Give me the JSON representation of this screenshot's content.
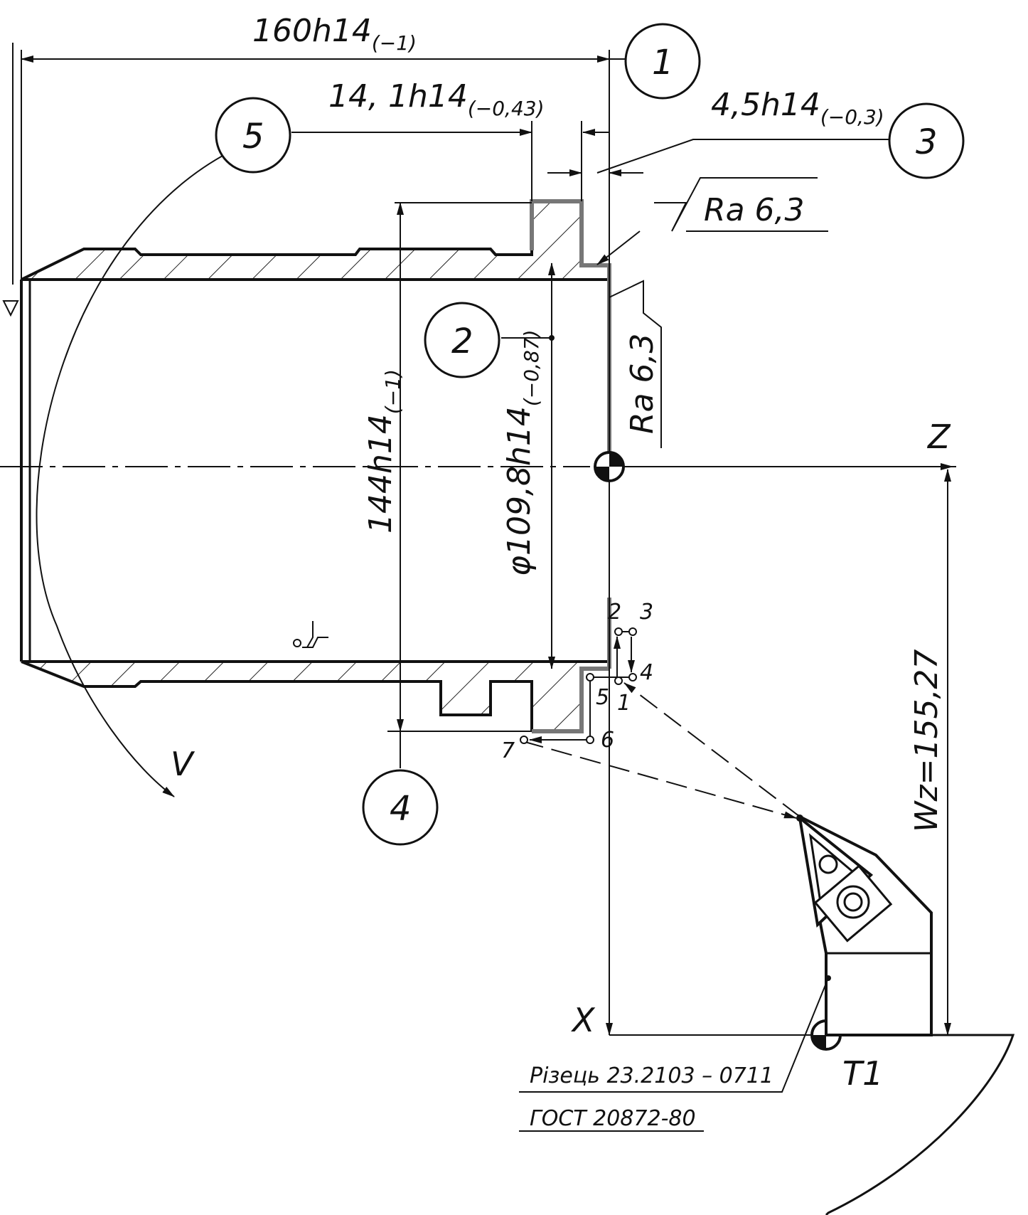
{
  "dimensions": {
    "length": "160h14",
    "length_tol": "(−1)",
    "groove_pos": "14, 1h14",
    "groove_pos_tol": "(−0,43)",
    "step_width": "4,5h14",
    "step_width_tol": "(−0,3)",
    "outer_dia": "144h14",
    "outer_dia_tol": "(−1)",
    "inner_dia": "φ109,8h14",
    "inner_dia_tol": "(−0,87)",
    "wz": "Wz=155,27"
  },
  "roughness": {
    "face": "Ra 6,3",
    "step": "Ra 6,3"
  },
  "callouts": [
    "1",
    "2",
    "3",
    "4",
    "5"
  ],
  "path_points": [
    "1",
    "2",
    "3",
    "4",
    "5",
    "6",
    "7"
  ],
  "axes": {
    "z": "Z",
    "x": "X",
    "v": "V"
  },
  "tool": {
    "name": "Різець 23.2103 – 0711",
    "standard": "ГОСТ 20872-80",
    "id": "T1"
  }
}
